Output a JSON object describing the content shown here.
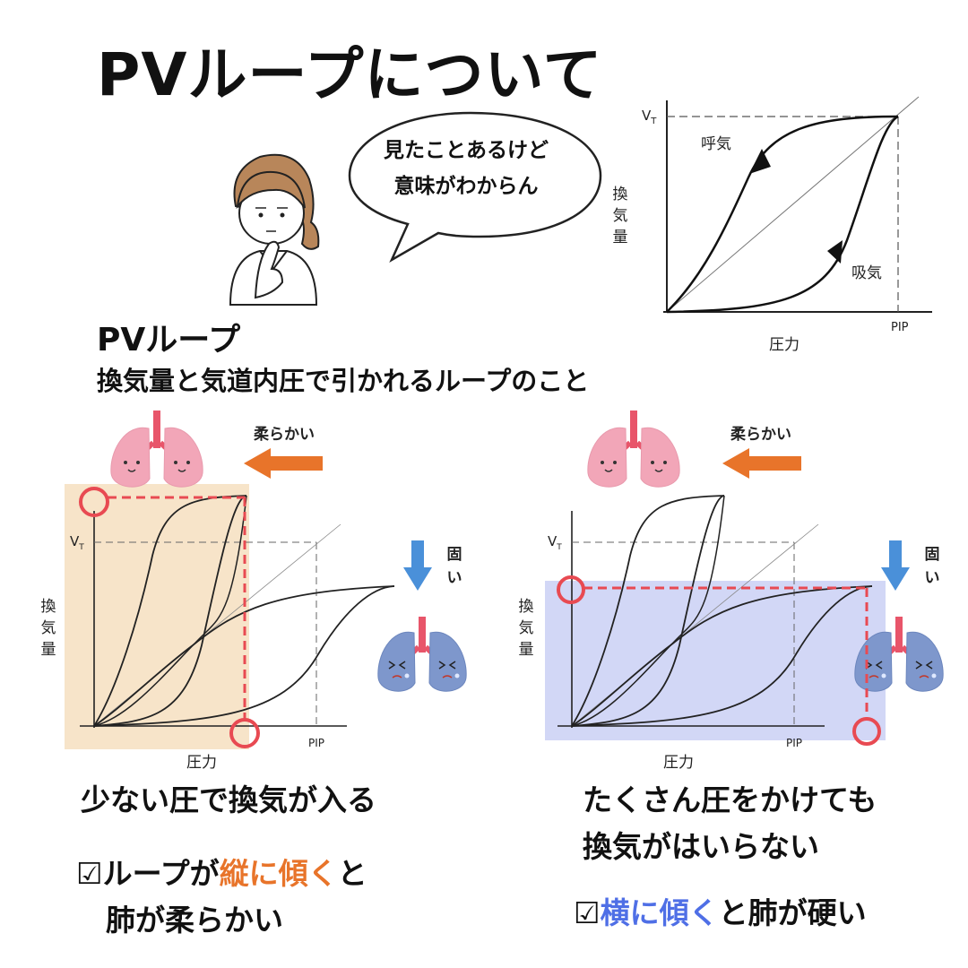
{
  "title": "PVループについて",
  "bubble": {
    "line1": "見たことあるけど",
    "line2": "意味がわからん"
  },
  "pv": {
    "heading": "PVループ",
    "description": "換気量と気道内圧で引かれるループのこと"
  },
  "main_graph": {
    "vt_label": "V",
    "vt_sub": "T",
    "exhale_label": "呼気",
    "inhale_label": "吸気",
    "y_label": [
      "換",
      "気",
      "量"
    ],
    "x_label": "圧力",
    "pip_label": "PIP"
  },
  "left_panel": {
    "vt_label": "V",
    "vt_sub": "T",
    "y_label": [
      "換",
      "気",
      "量"
    ],
    "x_label": "圧力",
    "pip_label": "PIP",
    "soft_label": "柔らかい",
    "hard_label": [
      "固",
      "い"
    ],
    "caption": "少ない圧で換気が入る",
    "check_mark": "☑",
    "check_part1": "ループが",
    "check_highlight": "縦に傾く",
    "check_part2": "と",
    "check_line2": "肺が柔らかい",
    "highlight_color": "#f6dfbf"
  },
  "right_panel": {
    "vt_label": "V",
    "vt_sub": "T",
    "y_label": [
      "換",
      "気",
      "量"
    ],
    "x_label": "圧力",
    "pip_label": "PIP",
    "soft_label": "柔らかい",
    "hard_label": [
      "固",
      "い"
    ],
    "caption_line1": "たくさん圧をかけても",
    "caption_line2": "換気がはいらない",
    "check_mark": "☑",
    "check_highlight": "横に傾く",
    "check_part2": "と肺が硬い",
    "highlight_color": "#cdd3f5"
  },
  "colors": {
    "orange_accent": "#e8742a",
    "blue_accent": "#4f6fe6",
    "marker_red": "#e84a52",
    "lung_pink": "#f2a6b8",
    "lung_blue": "#7e97cc"
  }
}
